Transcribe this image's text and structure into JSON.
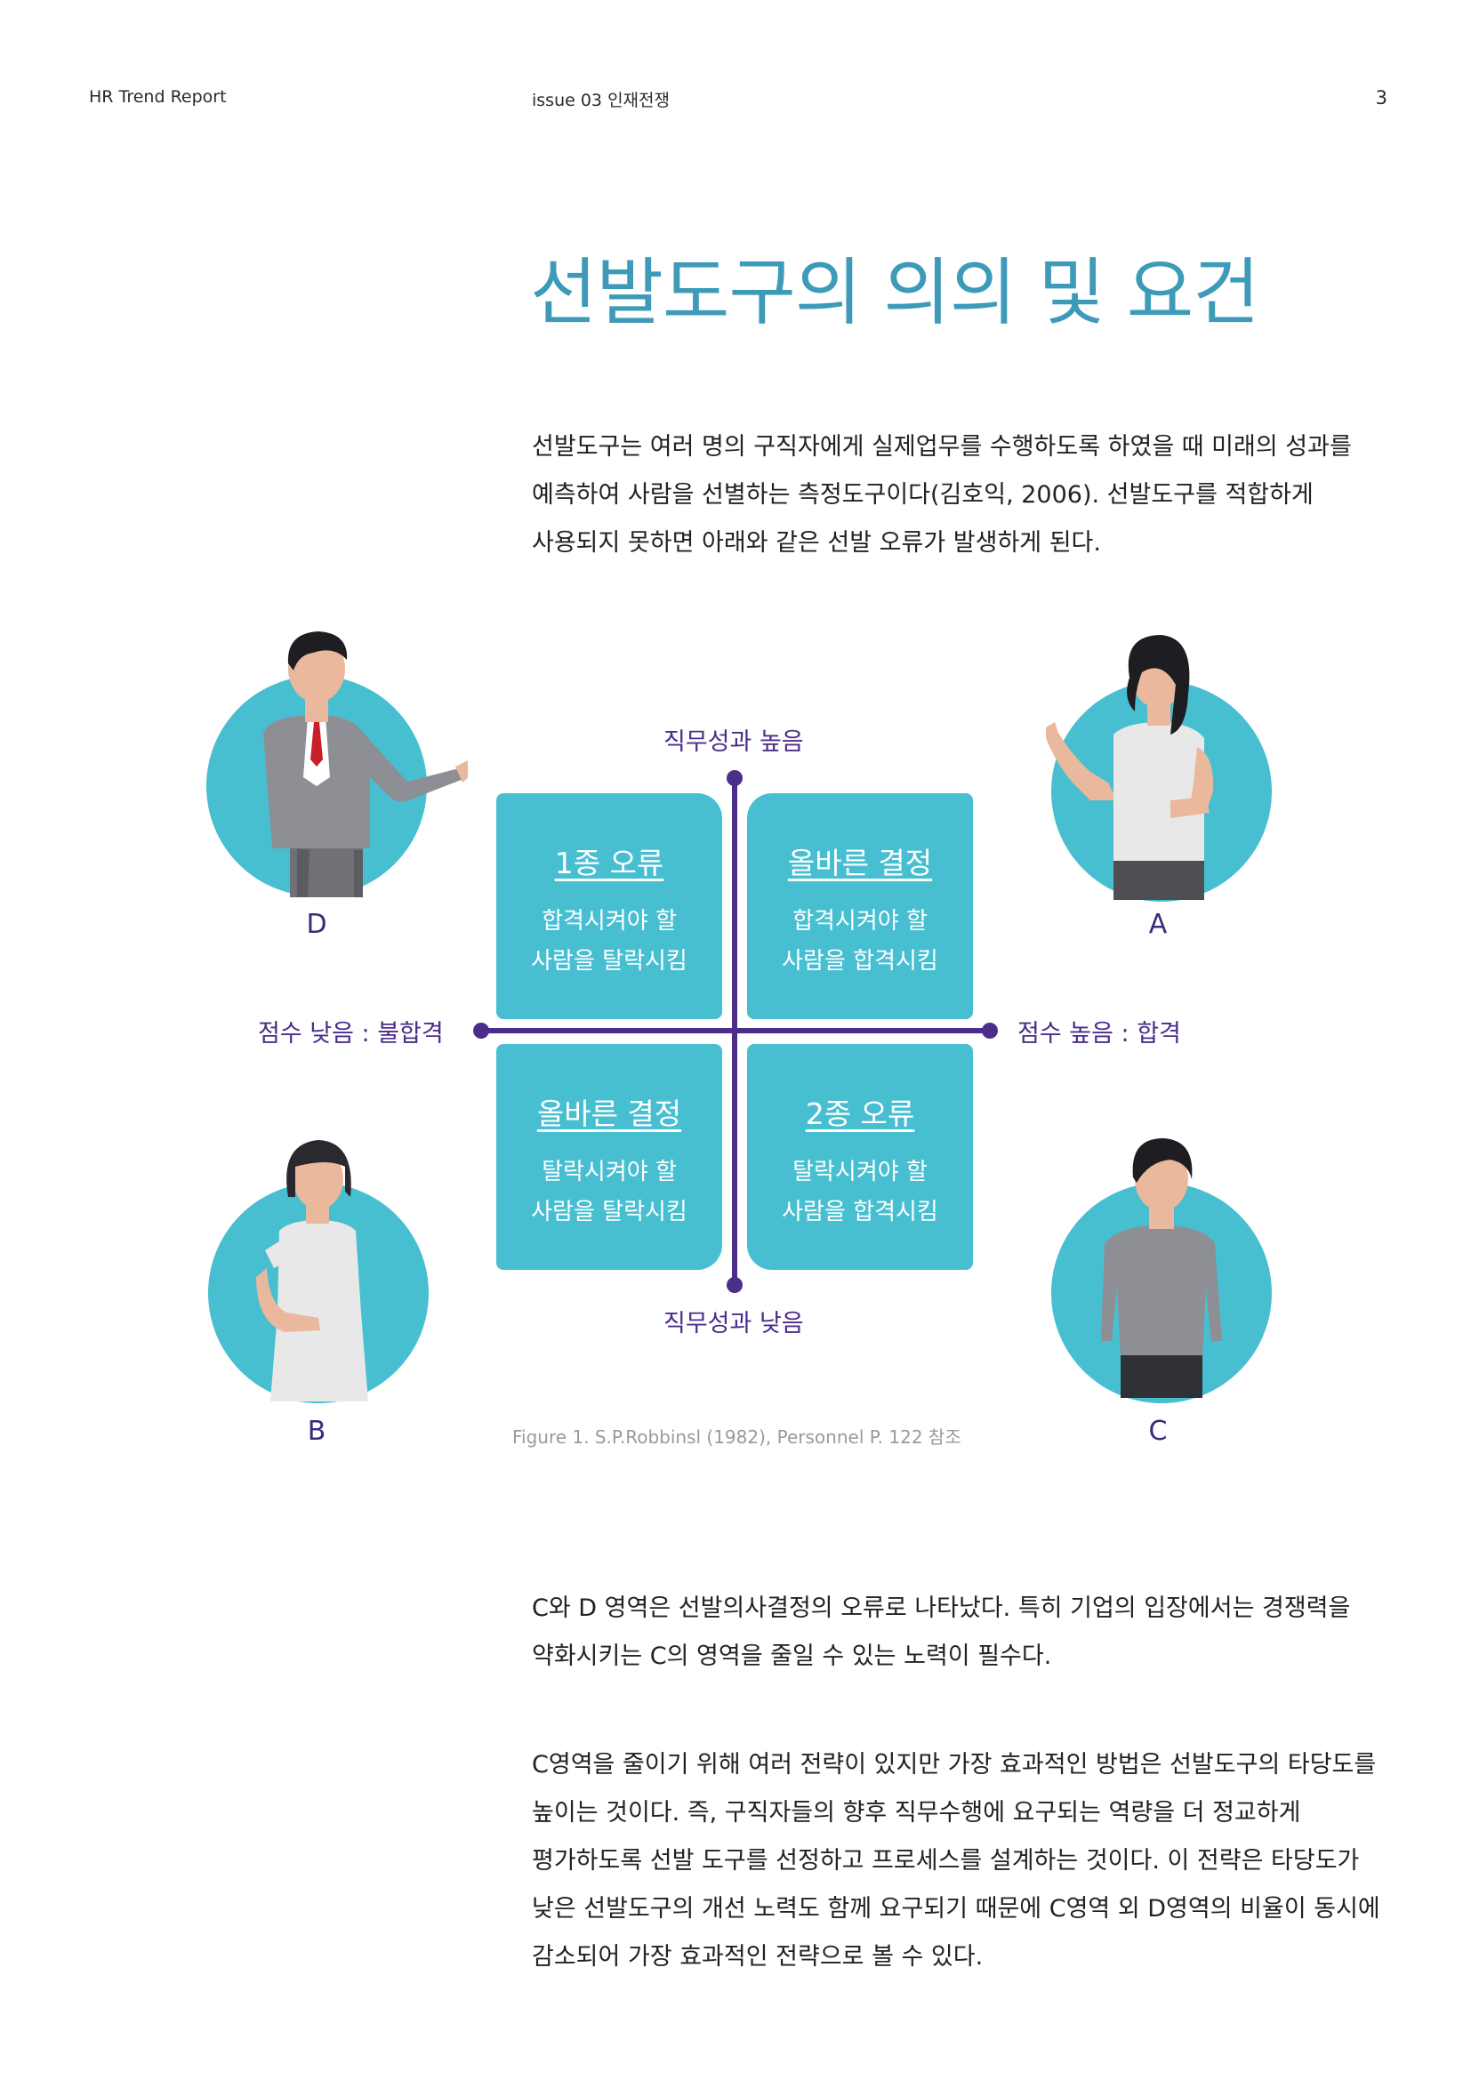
{
  "header": {
    "left": "HR Trend Report",
    "center": "issue 03  인재전쟁",
    "page_number": "3"
  },
  "title": "선발도구의 의의 및 요건",
  "intro": [
    "선발도구는 여러 명의 구직자에게 실제업무를 수행하도록 하였을 때 미래의 성과를",
    "예측하여 사람을 선별하는 측정도구이다(김호익, 2006). 선발도구를 적합하게",
    "사용되지 못하면 아래와 같은 선발 오류가 발생하게 된다."
  ],
  "diagram": {
    "axis_top": "직무성과 높음",
    "axis_bottom": "직무성과 낮음",
    "axis_left": "점수 낮음 : 불합격",
    "axis_right": "점수 높음 : 합격",
    "quadrants": [
      {
        "title": "1종 오류",
        "line1": "합격시켜야 할",
        "line2": "사람을 탈락시킴"
      },
      {
        "title": "올바른 결정",
        "line1": "합격시켜야 할",
        "line2": "사람을 합격시킴"
      },
      {
        "title": "올바른 결정",
        "line1": "탈락시켜야 할",
        "line2": "사람을 탈락시킴"
      },
      {
        "title": "2종 오류",
        "line1": "탈락시켜야 할",
        "line2": "사람을 합격시킴"
      }
    ],
    "people": {
      "D": "D",
      "A": "A",
      "B": "B",
      "C": "C"
    },
    "colors": {
      "quad": "#48bfd1",
      "axis": "#4b2d8a",
      "circle": "#48bfd1"
    }
  },
  "caption": "Figure 1. S.P.Robbinsl (1982), Personnel P. 122 참조",
  "body1": [
    "C와 D 영역은 선발의사결정의 오류로 나타났다. 특히 기업의 입장에서는 경쟁력을",
    "약화시키는 C의 영역을 줄일 수 있는 노력이 필수다."
  ],
  "body2": [
    "C영역을 줄이기 위해 여러 전략이 있지만 가장 효과적인 방법은 선발도구의 타당도를",
    "높이는 것이다. 즉, 구직자들의 향후 직무수행에 요구되는 역량을 더 정교하게",
    "평가하도록 선발 도구를 선정하고 프로세스를 설계하는 것이다. 이 전략은 타당도가",
    "낮은 선발도구의 개선 노력도 함께 요구되기 때문에 C영역 외 D영역의 비율이 동시에",
    "감소되어 가장 효과적인 전략으로 볼 수 있다."
  ]
}
